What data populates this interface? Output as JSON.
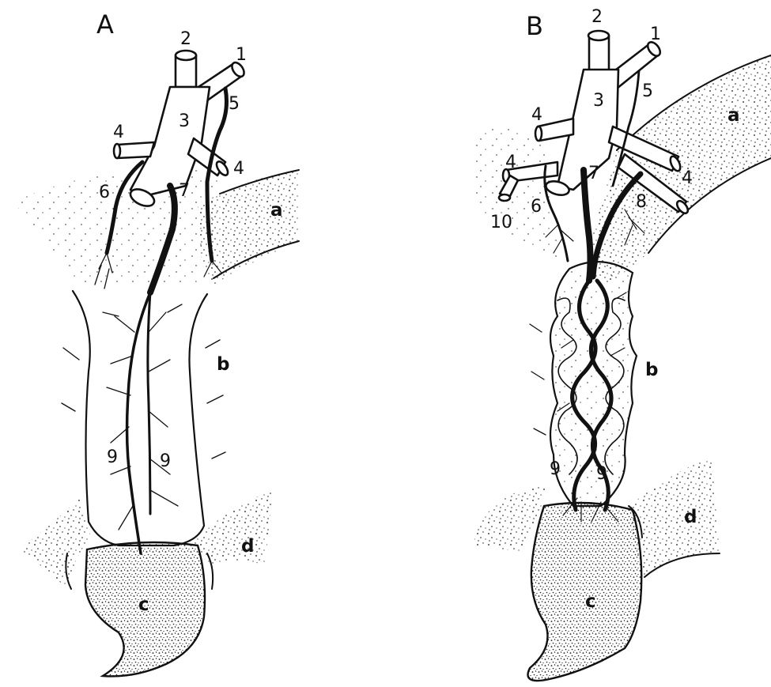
{
  "panels": [
    {
      "id": "A",
      "label": "A",
      "number_labels": [
        "1",
        "2",
        "3",
        "4",
        "4",
        "5",
        "6",
        "7",
        "9",
        "9"
      ],
      "letter_labels": [
        "a",
        "b",
        "c",
        "d"
      ]
    },
    {
      "id": "B",
      "label": "B",
      "number_labels": [
        "1",
        "2",
        "3",
        "4",
        "4",
        "4",
        "5",
        "6",
        "7",
        "8",
        "10",
        "9",
        "9"
      ],
      "letter_labels": [
        "a",
        "b",
        "c",
        "d"
      ]
    }
  ],
  "style": {
    "ink": "#111111",
    "background": "#ffffff"
  }
}
